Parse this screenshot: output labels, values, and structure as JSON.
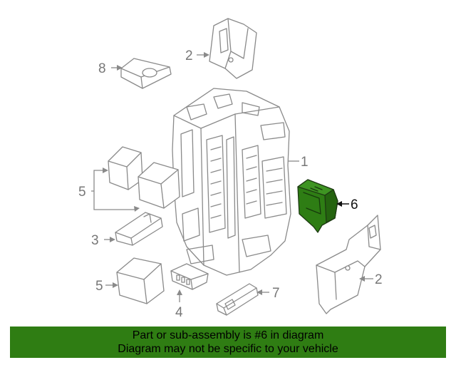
{
  "callouts": {
    "c1": "1",
    "c2_top": "2",
    "c2_right": "2",
    "c3": "3",
    "c4": "4",
    "c5_left": "5",
    "c5_bottom": "5",
    "c6": "6",
    "c7": "7",
    "c8": "8"
  },
  "highlight": {
    "part_number": "6",
    "fill_color": "#2e7d14",
    "banner_color": "#2f7d13"
  },
  "banner": {
    "line1": "Part or sub-assembly is #6 in diagram",
    "line2": "Diagram may not be specific to your vehicle"
  }
}
